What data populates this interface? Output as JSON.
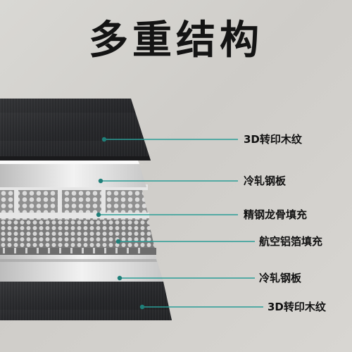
{
  "title": "多重结构",
  "colors": {
    "accent": "#2a9d96",
    "dark": "#2a2b2d",
    "steel": "#dcdcdc"
  },
  "layers": [
    {
      "label": "3D转印木纹"
    },
    {
      "label": "冷轧钢板"
    },
    {
      "label": "精钢龙骨填充"
    },
    {
      "label": "航空铝箔填充"
    },
    {
      "label": "冷轧钢板"
    },
    {
      "label": "3D转印木纹"
    }
  ]
}
